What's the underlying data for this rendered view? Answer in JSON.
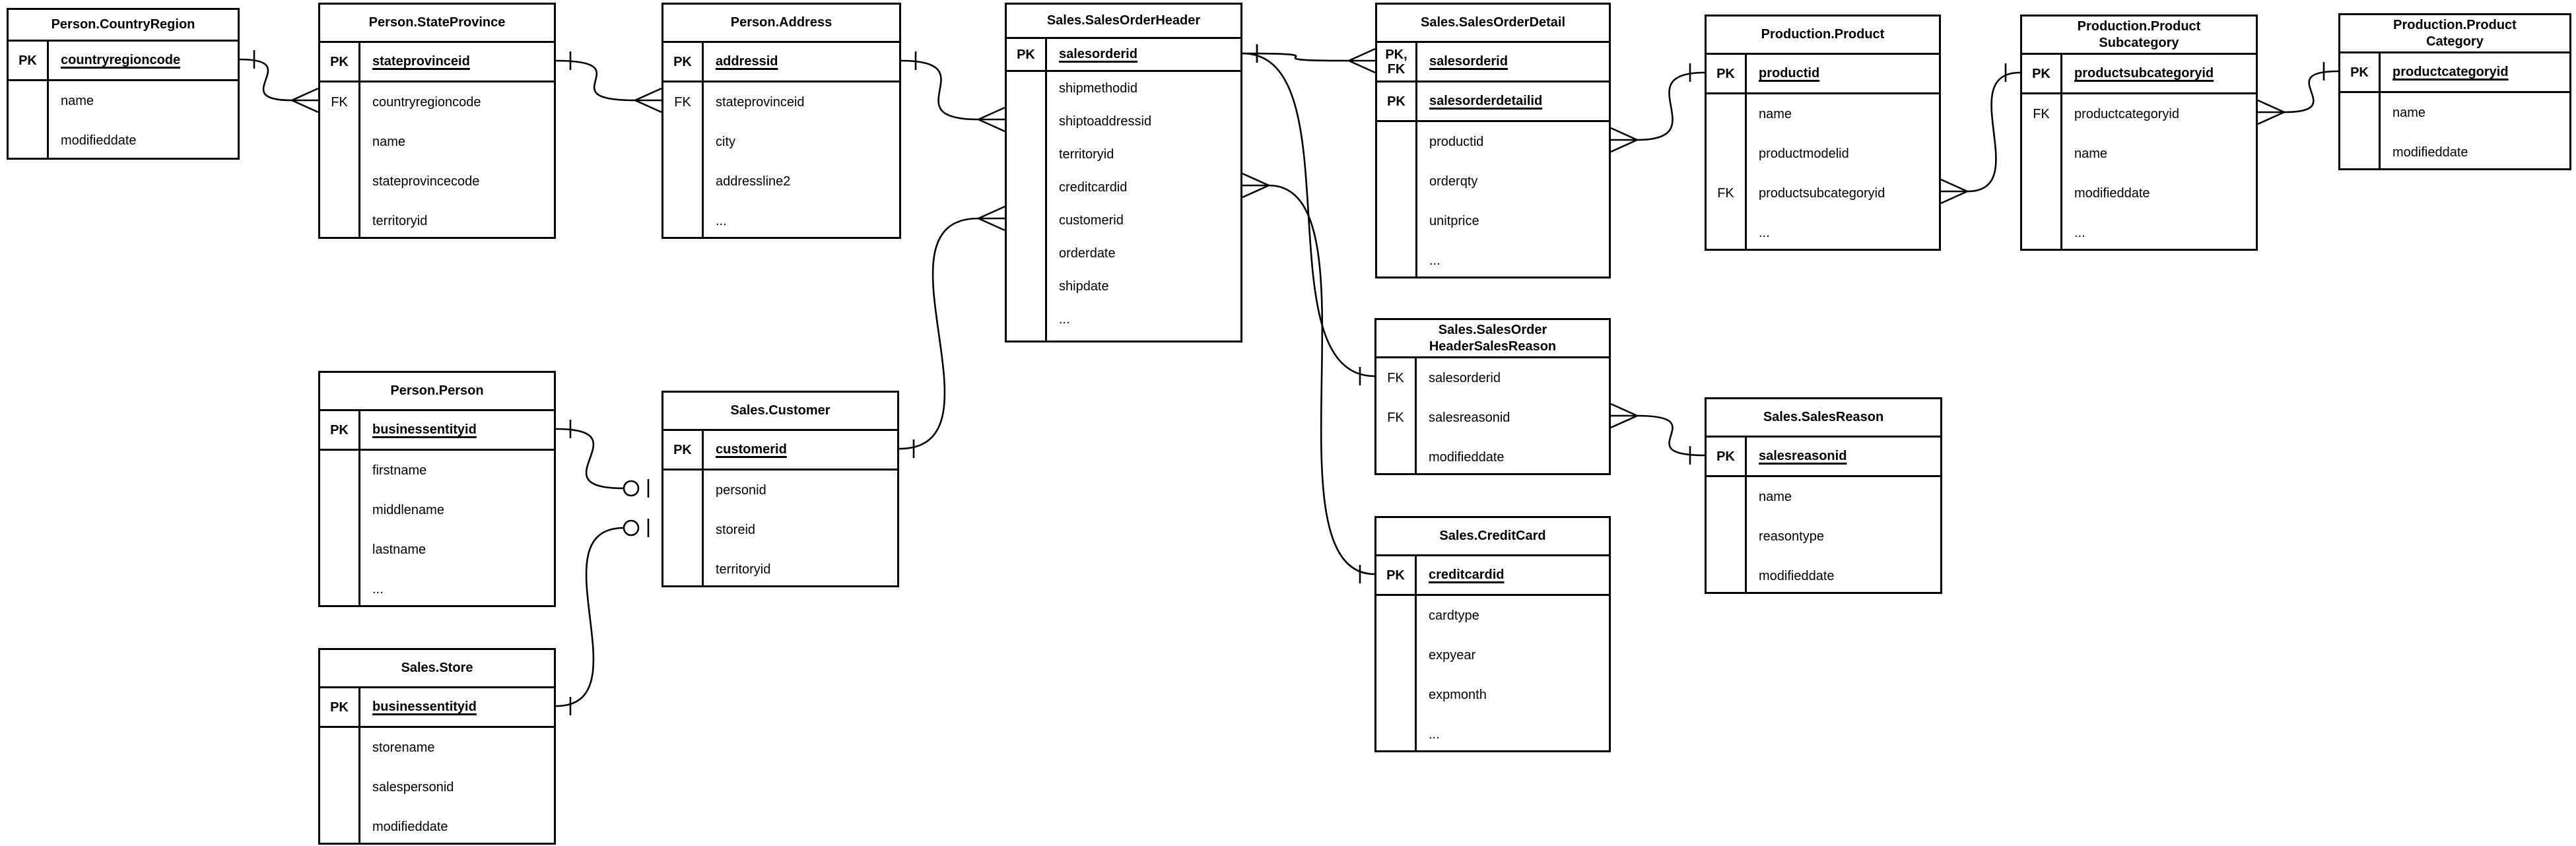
{
  "diagram": {
    "kind": "entity-relationship-diagram",
    "notation": "crow's foot",
    "background_color": "#ffffff",
    "line_color": "#000000",
    "text_color": "#000000"
  },
  "tables": [
    {
      "id": "person_countryregion",
      "title": "Person.CountryRegion",
      "rows": [
        {
          "label": "PK",
          "name": "countryregioncode",
          "pk": true,
          "underline": true
        },
        {
          "label": "",
          "name": "name"
        },
        {
          "label": "",
          "name": "modifieddate"
        }
      ]
    },
    {
      "id": "person_stateprovince",
      "title": "Person.StateProvince",
      "rows": [
        {
          "label": "PK",
          "name": "stateprovinceid",
          "pk": true,
          "underline": true
        },
        {
          "label": "FK",
          "name": "countryregioncode"
        },
        {
          "label": "",
          "name": "name"
        },
        {
          "label": "",
          "name": "stateprovincecode"
        },
        {
          "label": "",
          "name": "territoryid"
        }
      ]
    },
    {
      "id": "person_address",
      "title": "Person.Address",
      "rows": [
        {
          "label": "PK",
          "name": "addressid",
          "pk": true,
          "underline": true
        },
        {
          "label": "FK",
          "name": "stateprovinceid"
        },
        {
          "label": "",
          "name": "city"
        },
        {
          "label": "",
          "name": "addressline2"
        },
        {
          "label": "",
          "name": "..."
        }
      ]
    },
    {
      "id": "sales_salesorderheader",
      "title": "Sales.SalesOrderHeader",
      "rows": [
        {
          "label": "PK",
          "name": "salesorderid",
          "pk": true,
          "underline": true
        },
        {
          "label": "",
          "name": "shipmethodid"
        },
        {
          "label": "",
          "name": "shiptoaddressid"
        },
        {
          "label": "",
          "name": "territoryid"
        },
        {
          "label": "",
          "name": "creditcardid"
        },
        {
          "label": "",
          "name": "customerid"
        },
        {
          "label": "",
          "name": "orderdate"
        },
        {
          "label": "",
          "name": "shipdate"
        },
        {
          "label": "",
          "name": "..."
        }
      ]
    },
    {
      "id": "sales_salesorderdetail",
      "title": "Sales.SalesOrderDetail",
      "rows": [
        {
          "label": "PK,\nFK",
          "name": "salesorderid",
          "pk": true,
          "underline": true
        },
        {
          "label": "PK",
          "name": "salesorderdetailid",
          "pk": true,
          "underline": true
        },
        {
          "label": "",
          "name": "productid"
        },
        {
          "label": "",
          "name": "orderqty"
        },
        {
          "label": "",
          "name": "unitprice"
        },
        {
          "label": "",
          "name": "..."
        }
      ]
    },
    {
      "id": "production_product",
      "title": "Production.Product",
      "rows": [
        {
          "label": "PK",
          "name": "productid",
          "pk": true,
          "underline": true
        },
        {
          "label": "",
          "name": "name"
        },
        {
          "label": "",
          "name": "productmodelid"
        },
        {
          "label": "FK",
          "name": "productsubcategoryid"
        },
        {
          "label": "",
          "name": "..."
        }
      ]
    },
    {
      "id": "production_productsubcategory",
      "title": "Production.Product\nSubcategory",
      "rows": [
        {
          "label": "PK",
          "name": "productsubcategoryid",
          "pk": true,
          "underline": true
        },
        {
          "label": "FK",
          "name": "productcategoryid"
        },
        {
          "label": "",
          "name": "name"
        },
        {
          "label": "",
          "name": "modifieddate"
        },
        {
          "label": "",
          "name": "..."
        }
      ]
    },
    {
      "id": "production_productcategory",
      "title": "Production.Product\nCategory",
      "rows": [
        {
          "label": "PK",
          "name": "productcategoryid",
          "pk": true,
          "underline": true
        },
        {
          "label": "",
          "name": "name"
        },
        {
          "label": "",
          "name": "modifieddate"
        }
      ]
    },
    {
      "id": "person_person",
      "title": "Person.Person",
      "rows": [
        {
          "label": "PK",
          "name": "businessentityid",
          "pk": true,
          "underline": true
        },
        {
          "label": "",
          "name": "firstname"
        },
        {
          "label": "",
          "name": "middlename"
        },
        {
          "label": "",
          "name": "lastname"
        },
        {
          "label": "",
          "name": "..."
        }
      ]
    },
    {
      "id": "sales_customer",
      "title": "Sales.Customer",
      "rows": [
        {
          "label": "PK",
          "name": "customerid",
          "pk": true,
          "underline": true
        },
        {
          "label": "",
          "name": "personid"
        },
        {
          "label": "",
          "name": "storeid"
        },
        {
          "label": "",
          "name": "territoryid"
        }
      ]
    },
    {
      "id": "sales_salesorderheadersalesreason",
      "title": "Sales.SalesOrder\nHeaderSalesReason",
      "rows": [
        {
          "label": "FK",
          "name": "salesorderid"
        },
        {
          "label": "FK",
          "name": "salesreasonid"
        },
        {
          "label": "",
          "name": "modifieddate"
        }
      ]
    },
    {
      "id": "sales_salesreason",
      "title": "Sales.SalesReason",
      "rows": [
        {
          "label": "PK",
          "name": "salesreasonid",
          "pk": true,
          "underline": true
        },
        {
          "label": "",
          "name": "name"
        },
        {
          "label": "",
          "name": "reasontype"
        },
        {
          "label": "",
          "name": "modifieddate"
        }
      ]
    },
    {
      "id": "sales_creditcard",
      "title": "Sales.CreditCard",
      "rows": [
        {
          "label": "PK",
          "name": "creditcardid",
          "pk": true,
          "underline": true
        },
        {
          "label": "",
          "name": "cardtype"
        },
        {
          "label": "",
          "name": "expyear"
        },
        {
          "label": "",
          "name": "expmonth"
        },
        {
          "label": "",
          "name": "..."
        }
      ]
    },
    {
      "id": "sales_store",
      "title": "Sales.Store",
      "rows": [
        {
          "label": "PK",
          "name": "businessentityid",
          "pk": true,
          "underline": true
        },
        {
          "label": "",
          "name": "storename"
        },
        {
          "label": "",
          "name": "salespersonid"
        },
        {
          "label": "",
          "name": "modifieddate"
        }
      ]
    }
  ],
  "relationships": [
    {
      "id": "countryregion-stateprovince",
      "from": {
        "table": "person_countryregion",
        "attr": "countryregioncode",
        "cardinality": "one"
      },
      "to": {
        "table": "person_stateprovince",
        "attr": "countryregioncode",
        "cardinality": "many"
      }
    },
    {
      "id": "stateprovince-address",
      "from": {
        "table": "person_stateprovince",
        "attr": "stateprovinceid",
        "cardinality": "one"
      },
      "to": {
        "table": "person_address",
        "attr": "stateprovinceid",
        "cardinality": "many"
      }
    },
    {
      "id": "address-salesorderheader",
      "from": {
        "table": "person_address",
        "attr": "addressid",
        "cardinality": "one"
      },
      "to": {
        "table": "sales_salesorderheader",
        "attr": "shiptoaddressid",
        "cardinality": "many"
      }
    },
    {
      "id": "customer-salesorderheader",
      "from": {
        "table": "sales_customer",
        "attr": "customerid",
        "cardinality": "one"
      },
      "to": {
        "table": "sales_salesorderheader",
        "attr": "customerid",
        "cardinality": "many"
      }
    },
    {
      "id": "person-customer",
      "from": {
        "table": "person_person",
        "attr": "businessentityid",
        "cardinality": "one"
      },
      "to": {
        "table": "sales_customer",
        "attr": "personid",
        "cardinality": "zero-or-one"
      }
    },
    {
      "id": "store-customer",
      "from": {
        "table": "sales_store",
        "attr": "businessentityid",
        "cardinality": "one"
      },
      "to": {
        "table": "sales_customer",
        "attr": "storeid",
        "cardinality": "zero-or-one"
      }
    },
    {
      "id": "salesorderheader-salesorderdetail",
      "from": {
        "table": "sales_salesorderheader",
        "attr": "salesorderid",
        "cardinality": "one"
      },
      "to": {
        "table": "sales_salesorderdetail",
        "attr": "salesorderid",
        "cardinality": "many"
      }
    },
    {
      "id": "salesorderheader-headersalesreason",
      "from": {
        "table": "sales_salesorderheader",
        "attr": "salesorderid",
        "cardinality": "one"
      },
      "to": {
        "table": "sales_salesorderheadersalesreason",
        "attr": "salesorderid",
        "cardinality": "one"
      }
    },
    {
      "id": "creditcard-salesorderheader",
      "from": {
        "table": "sales_creditcard",
        "attr": "creditcardid",
        "cardinality": "one"
      },
      "to": {
        "table": "sales_salesorderheader",
        "attr": "creditcardid",
        "cardinality": "many"
      }
    },
    {
      "id": "salesreason-headersalesreason",
      "from": {
        "table": "sales_salesreason",
        "attr": "salesreasonid",
        "cardinality": "one"
      },
      "to": {
        "table": "sales_salesorderheadersalesreason",
        "attr": "salesreasonid",
        "cardinality": "many"
      }
    },
    {
      "id": "productsubcategory-product",
      "from": {
        "table": "production_productsubcategory",
        "attr": "productsubcategoryid",
        "cardinality": "one"
      },
      "to": {
        "table": "production_product",
        "attr": "productsubcategoryid",
        "cardinality": "many"
      }
    },
    {
      "id": "productcategory-productsubcategory",
      "from": {
        "table": "production_productcategory",
        "attr": "productcategoryid",
        "cardinality": "one"
      },
      "to": {
        "table": "production_productsubcategory",
        "attr": "productcategoryid",
        "cardinality": "many"
      }
    },
    {
      "id": "product-salesorderdetail",
      "from": {
        "table": "production_product",
        "attr": "productid",
        "cardinality": "one"
      },
      "to": {
        "table": "sales_salesorderdetail",
        "attr": "productid",
        "cardinality": "many"
      }
    }
  ]
}
